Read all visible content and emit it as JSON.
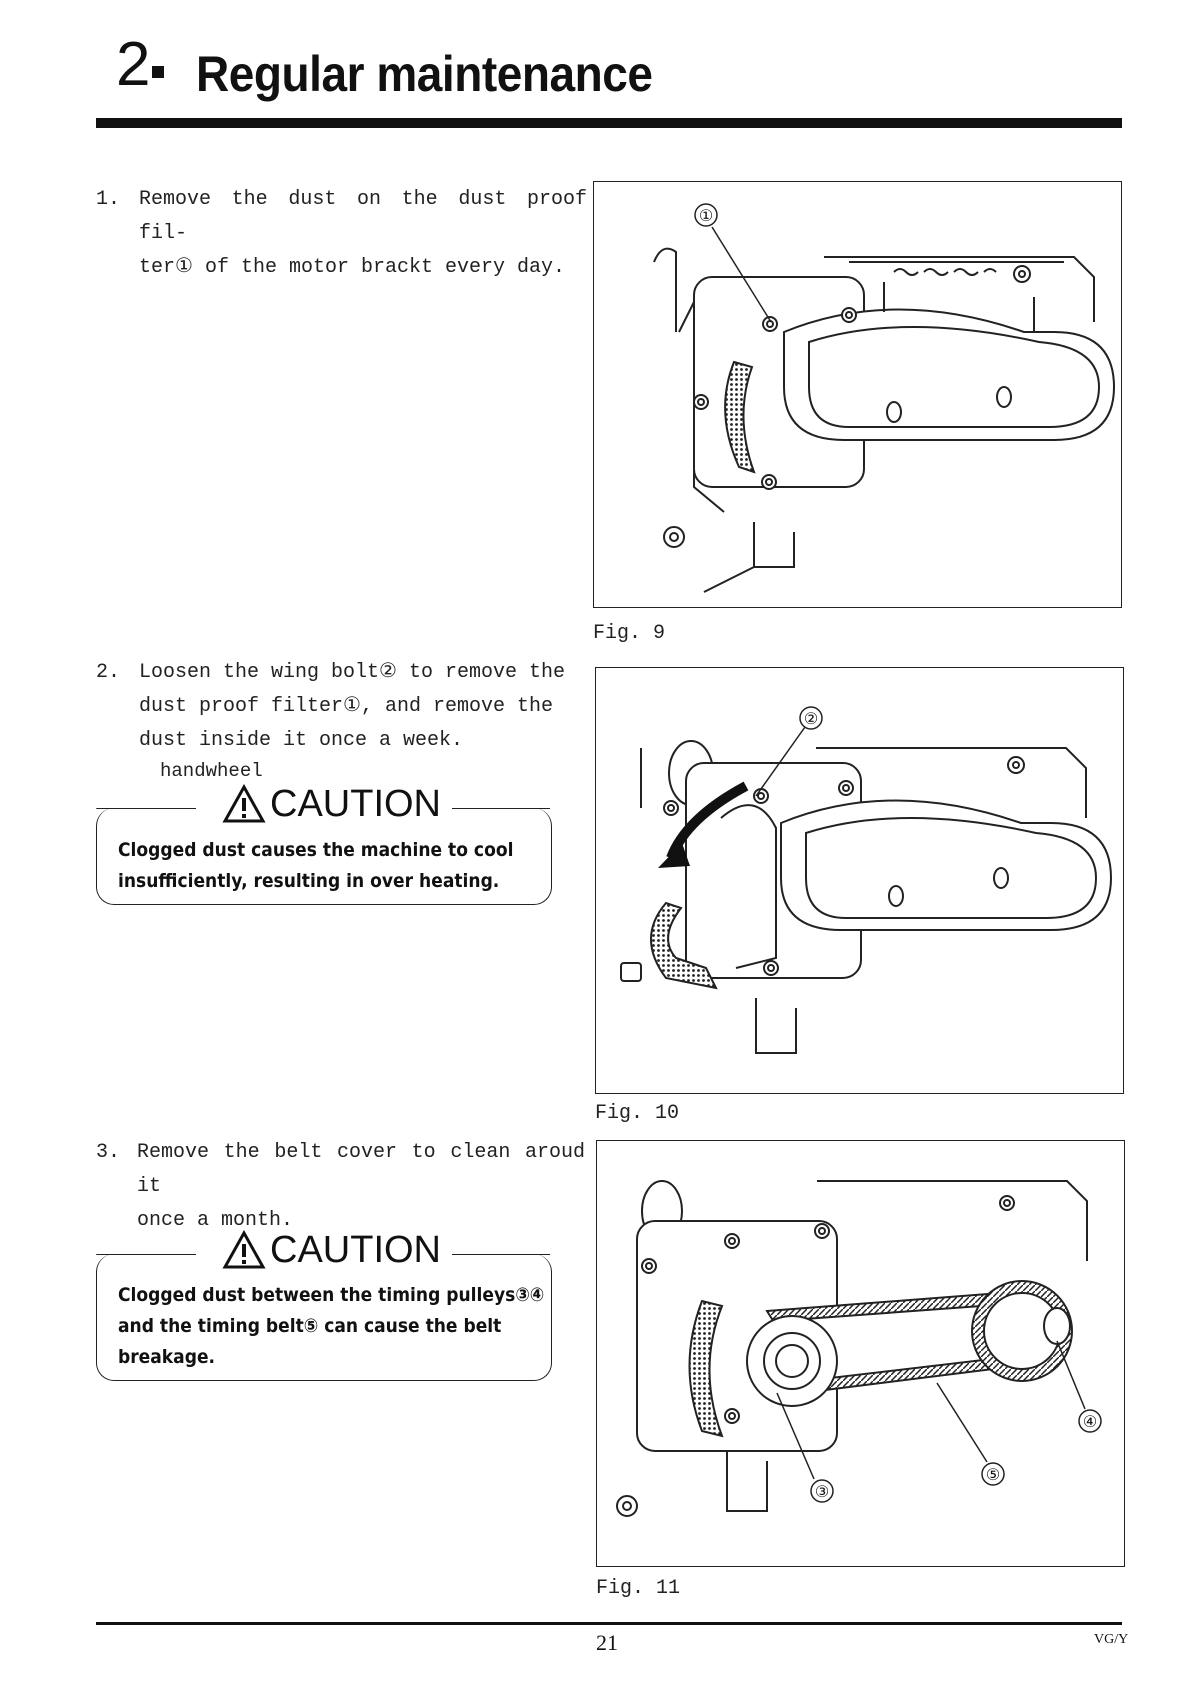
{
  "header": {
    "number": "2",
    "title": "Regular maintenance"
  },
  "steps": [
    {
      "num": "1.",
      "text": "Remove the dust on the dust proof fil-\nter① of the motor brackt every day."
    },
    {
      "num": "2.",
      "text": "Loosen the wing bolt② to remove the\ndust proof filter①, and remove the\ndust inside it once a week."
    },
    {
      "num": "3.",
      "text": "Remove the belt cover to clean aroud it\nonce a month."
    }
  ],
  "arrow_label": "handwheel",
  "cautions": [
    {
      "title": "CAUTION",
      "text": "Clogged dust causes the machine to cool insufficiently, resulting in over heating."
    },
    {
      "title": "CAUTION",
      "text": "Clogged dust between the timing pulleys③④ and the timing belt⑤ can cause the belt breakage."
    }
  ],
  "figures": [
    {
      "caption": "Fig. 9",
      "callouts": [
        "①"
      ]
    },
    {
      "caption": "Fig. 10",
      "callouts": [
        "②"
      ]
    },
    {
      "caption": "Fig. 11",
      "callouts": [
        "③",
        "④",
        "⑤"
      ]
    }
  ],
  "footer": {
    "page": "21",
    "model": "VG/Y"
  }
}
